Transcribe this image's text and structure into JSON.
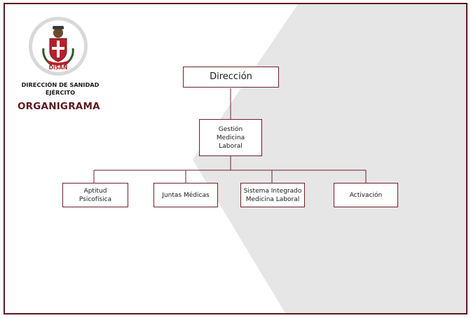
{
  "header": {
    "organization_name_line1": "DIRECCIÓN DE SANIDAD",
    "organization_name_line2": "EJÉRCITO",
    "page_title": "ORGANIGRAMA",
    "logo_text": "DISAN"
  },
  "colors": {
    "brand_maroon": "#5b1a1f",
    "background_shape": "#e6e6e6"
  },
  "orgchart": {
    "root": {
      "label": "Dirección"
    },
    "level1": {
      "label": "Gestión\nMedicina\nLaboral"
    },
    "children": [
      {
        "label": "Aptitud\nPsicofísica"
      },
      {
        "label": "Juntas Médicas"
      },
      {
        "label": "Sistema Integrado\nMedicina Laboral"
      },
      {
        "label": "Activación"
      }
    ]
  }
}
